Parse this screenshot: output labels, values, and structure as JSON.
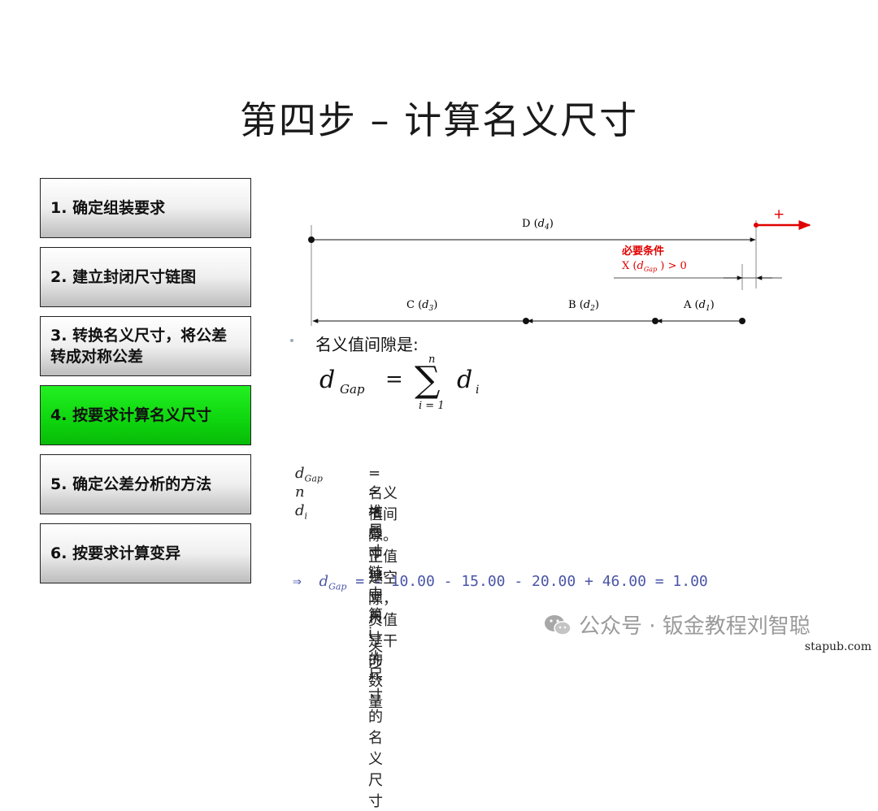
{
  "title": "第四步 – 计算名义尺寸",
  "steps": [
    {
      "num": "1.",
      "label": "确定组装要求"
    },
    {
      "num": "2.",
      "label": "建立封闭尺寸链图"
    },
    {
      "num": "3.",
      "label": "转换名义尺寸，将公差转成对称公差"
    },
    {
      "num": "4.",
      "label": "按要求计算名义尺寸"
    },
    {
      "num": "5.",
      "label": "确定公差分析的方法"
    },
    {
      "num": "6.",
      "label": "按要求计算变异"
    }
  ],
  "diagram": {
    "D": "D",
    "d4": "d",
    "d4sub": "4",
    "C": "C",
    "d3": "d",
    "d3sub": "3",
    "B": "B",
    "d2": "d",
    "d2sub": "2",
    "A": "A",
    "d1": "d",
    "d1sub": "1",
    "plus": "+",
    "cond_title": "必要条件",
    "cond_X": "X",
    "cond_d": "d",
    "cond_sub": "Gap",
    "cond_gt": "> 0",
    "accent": "#e00000"
  },
  "intro": "名义值间隙是:",
  "formula": {
    "d": "d",
    "gap": "Gap",
    "eq": "=",
    "sigma": "∑",
    "upper": "n",
    "lower": "i = 1",
    "di": "d",
    "isub": "i"
  },
  "definitions": [
    {
      "sym": "d",
      "sub": "Gap",
      "text": "= 名义值间隙。正值是空隙，负值是干涉"
    },
    {
      "sym": "n",
      "sub": "",
      "text": "= 堆叠中独立尺寸的数量"
    },
    {
      "sym": "d",
      "sub": "i",
      "text": "= 尺寸链中第i个尺寸的名义尺寸"
    }
  ],
  "result": {
    "arrow": "⇒",
    "d": "d",
    "sub": "Gap",
    "expr": " = - 10.00 - 15.00 - 20.00 + 46.00 = 1.00"
  },
  "watermark": "公众号 · 钣金教程刘智聪",
  "site": "stapub.com"
}
